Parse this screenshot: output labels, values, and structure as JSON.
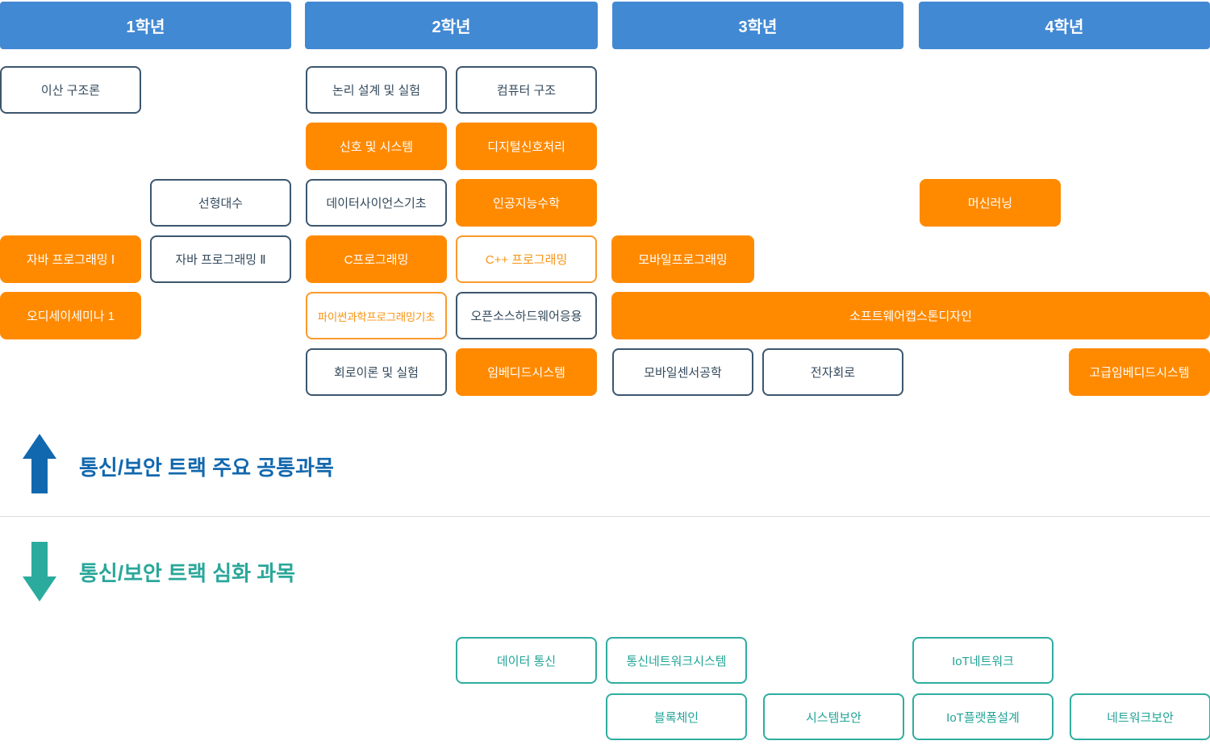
{
  "palette": {
    "header_blue": "#4289d3",
    "course_orange": "#ff8a00",
    "course_navy_border": "#3c566d",
    "course_navy_text": "#33495c",
    "course_orange_outline": "#fa9a2e",
    "track_teal": "#2fada0",
    "legend_blue": "#1268ae",
    "legend_teal": "#2aa79a"
  },
  "year_headers": {
    "y1": "1학년",
    "y2": "2학년",
    "y3": "3학년",
    "y4": "4학년"
  },
  "legend": {
    "common_title": "통신/보안 트랙 주요 공통과목",
    "advanced_title": "통신/보안 트랙 심화 과목"
  },
  "courses": {
    "discrete_structures": "이산 구조론",
    "logic_design_lab": "논리 설계 및 실험",
    "computer_architecture": "컴퓨터 구조",
    "signals_systems": "신호 및 시스템",
    "digital_signal_processing": "디지털신호처리",
    "linear_algebra": "선형대수",
    "data_science_basics": "데이터사이언스기초",
    "ai_math": "인공지능수학",
    "machine_learning": "머신러닝",
    "java_programming_1": "자바 프로그래밍 Ⅰ",
    "java_programming_2": "자바 프로그래밍 Ⅱ",
    "c_programming": "C프로그래밍",
    "cpp_programming": "C++ 프로그래밍",
    "mobile_programming": "모바일프로그래밍",
    "odyssey_seminar_1": "오디세이세미나 1",
    "python_scientific_programming": "파이썬과학프로그래밍기초",
    "open_source_hardware": "오픈소스하드웨어응용",
    "software_capstone_design": "소프트웨어캡스톤디자인",
    "circuit_theory_lab": "회로이론 및 실험",
    "embedded_systems": "임베디드시스템",
    "mobile_sensor_engineering": "모바일센서공학",
    "electronic_circuits": "전자회로",
    "advanced_embedded_systems": "고급임베디드시스템",
    "data_communication": "데이터 통신",
    "comm_network_systems": "통신네트워크시스템",
    "iot_network": "IoT네트워크",
    "blockchain": "블록체인",
    "system_security": "시스템보안",
    "iot_platform_design": "IoT플랫폼설계",
    "network_security": "네트워크보안"
  }
}
